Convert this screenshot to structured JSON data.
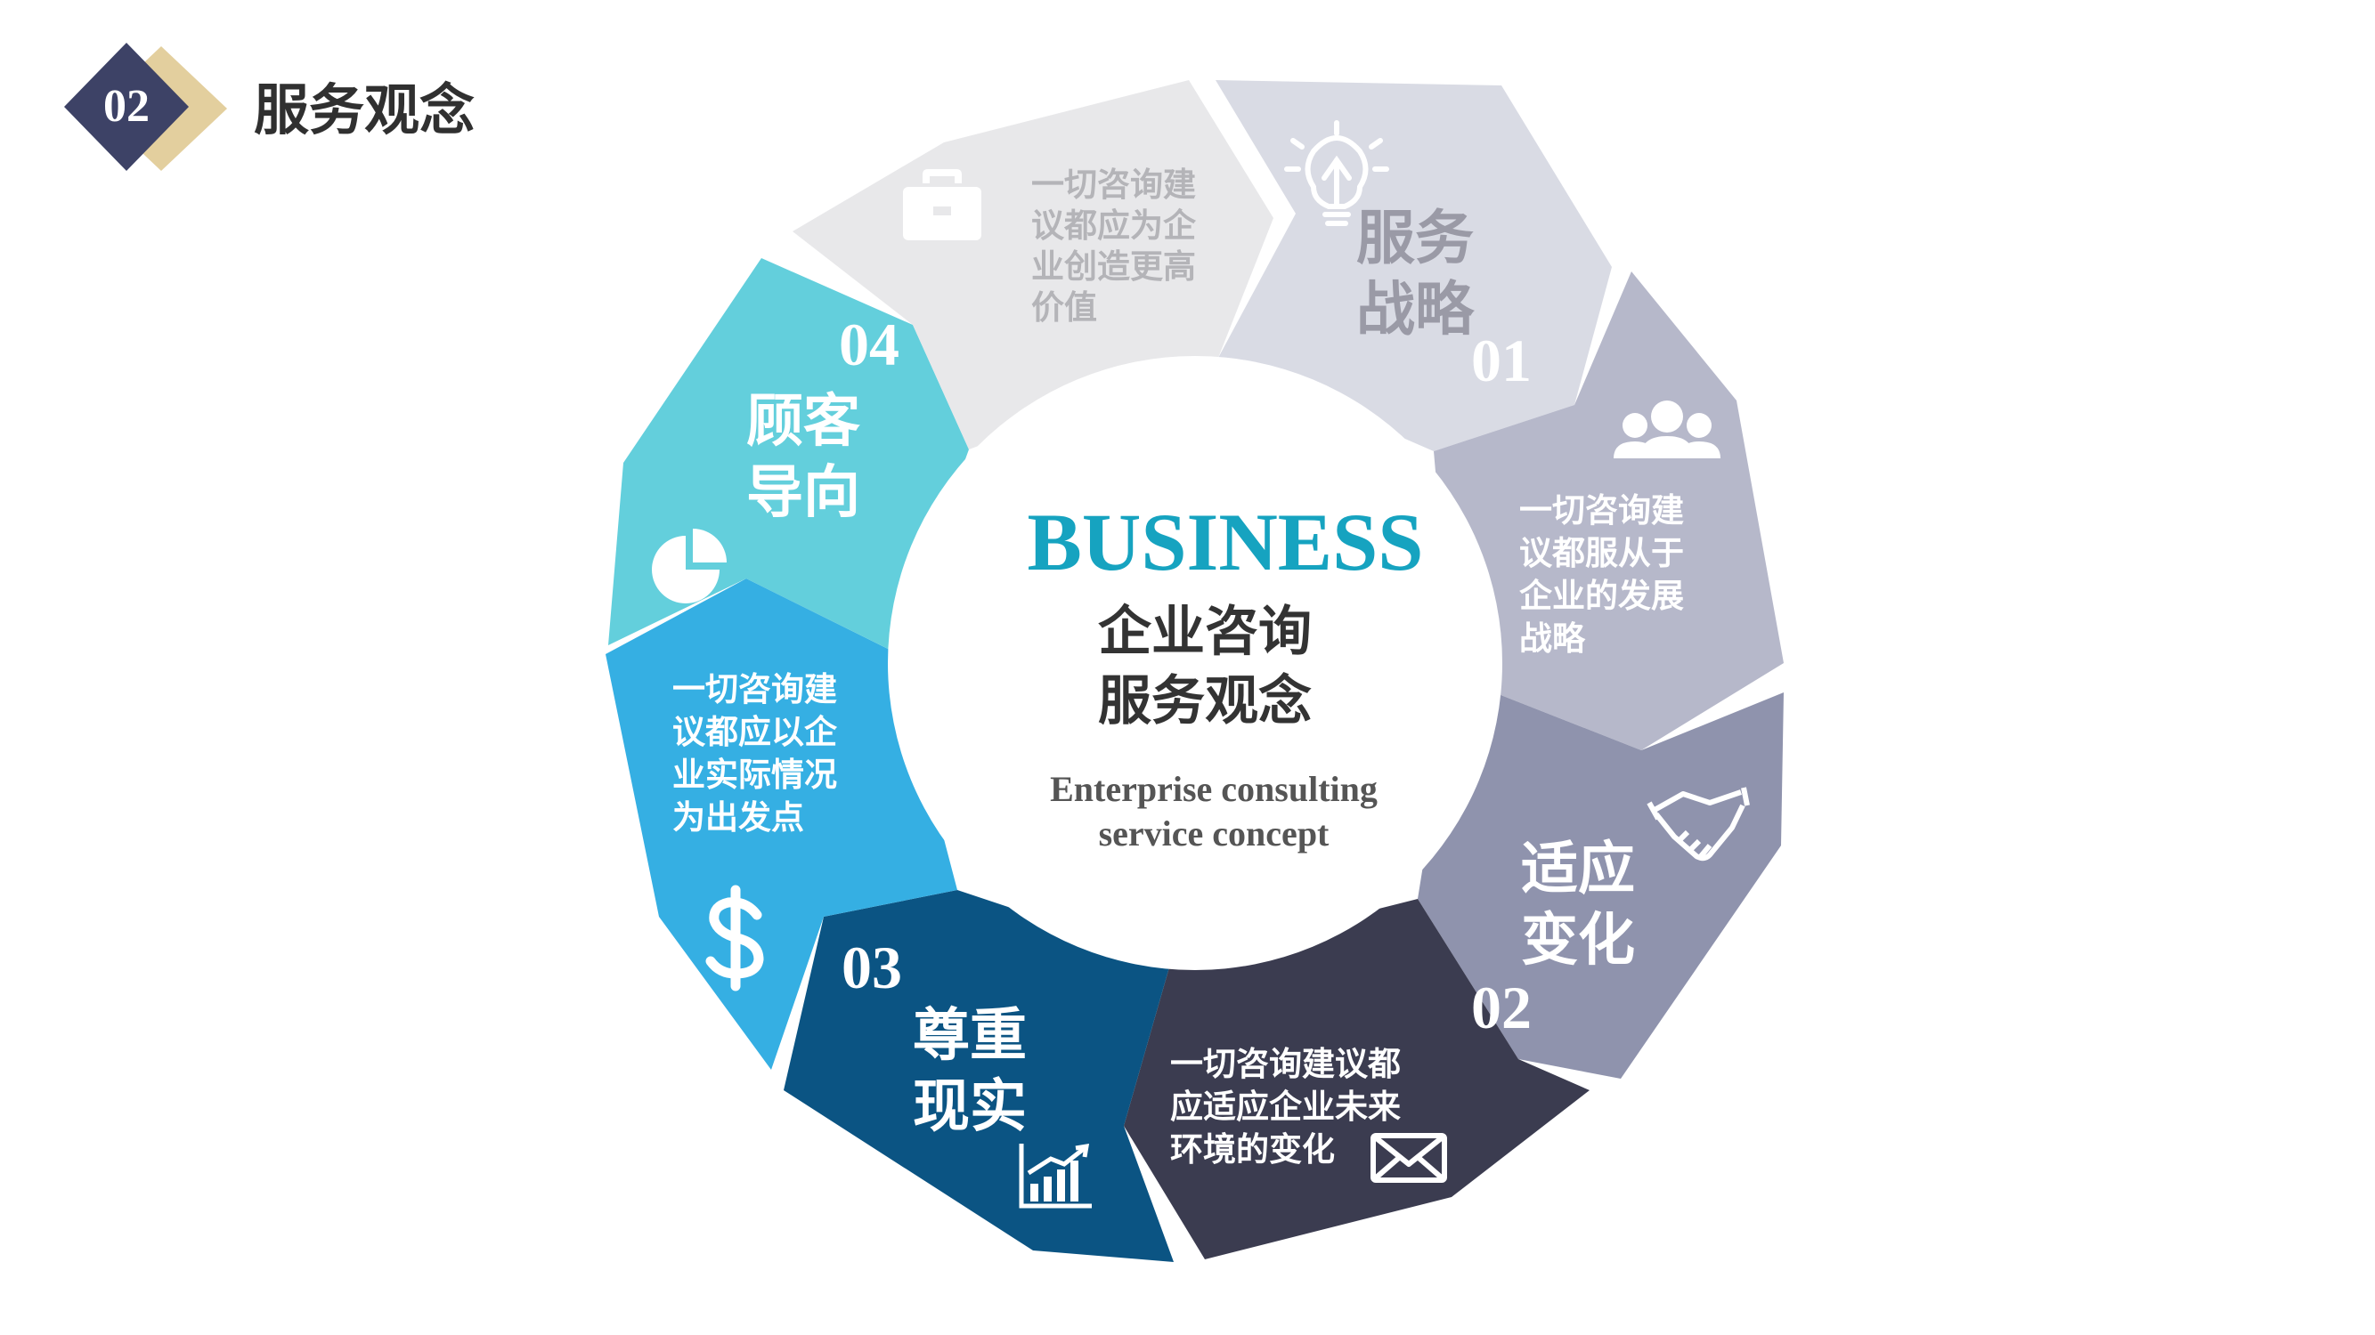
{
  "header": {
    "badge_number": "02",
    "title": "服务观念",
    "badge_dark_color": "#3d4266",
    "badge_gold_color": "#e3cf9e"
  },
  "center": {
    "title": "BUSINESS",
    "subtitle_line1": "企业咨询",
    "subtitle_line2": "服务观念",
    "english_line1": "Enterprise consulting",
    "english_line2": "service concept",
    "title_color": "#16a3c0"
  },
  "segments": [
    {
      "id": "strategy-title",
      "color": "#d9dbe4",
      "heading": [
        "服务",
        "战略"
      ],
      "number": "01",
      "icon": "lightbulb-icon"
    },
    {
      "id": "strategy-desc",
      "color": "#b6b8ca",
      "desc": [
        "一切咨询建",
        "议都服从于",
        "企业的发展",
        "战略"
      ],
      "icon": "group-icon"
    },
    {
      "id": "adapt-title",
      "color": "#8f93ad",
      "heading": [
        "适应",
        "变化"
      ],
      "number": "02",
      "icon": "handshake-icon"
    },
    {
      "id": "adapt-desc",
      "color": "#3b3c50",
      "desc": [
        "一切咨询建议都",
        "应适应企业未来",
        "环境的变化"
      ],
      "icon": "envelope-icon"
    },
    {
      "id": "reality-title",
      "color": "#0b5483",
      "heading": [
        "尊重",
        "现实"
      ],
      "number": "03",
      "icon": "growth-chart-icon"
    },
    {
      "id": "reality-desc",
      "color": "#35afe3",
      "desc": [
        "一切咨询建",
        "议都应以企",
        "业实际情况",
        "为出发点"
      ],
      "icon": "dollar-icon"
    },
    {
      "id": "customer-title",
      "color": "#63cfdc",
      "heading": [
        "顾客",
        "导向"
      ],
      "number": "04",
      "icon": "pie-chart-icon"
    },
    {
      "id": "customer-desc",
      "color": "#e8e8ea",
      "desc": [
        "一切咨询建",
        "议都应为企",
        "业创造更高",
        "价值"
      ],
      "icon": "briefcase-icon"
    }
  ]
}
